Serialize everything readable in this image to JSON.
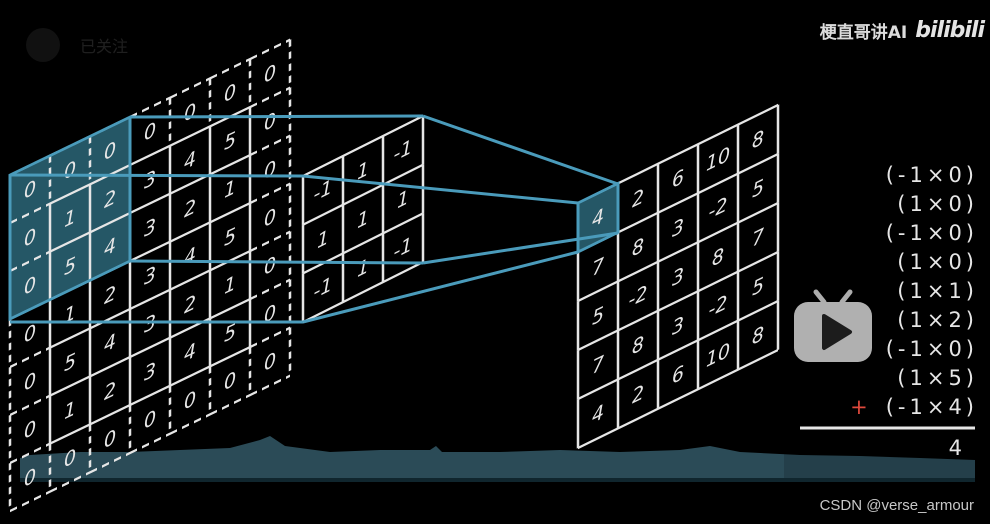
{
  "overlay": {
    "follow_label": "已关注"
  },
  "brand": {
    "channel": "梗直哥讲AI",
    "logo_text": "bilibili"
  },
  "watermark": "CSDN @verse_armour",
  "colors": {
    "accent": "#4a9bbb",
    "highlight_fill": "#2b6678",
    "line": "#e6e6e6",
    "plus": "#e0493c",
    "waveform": "#2b4b57"
  },
  "input_matrix": [
    [
      "0",
      "0",
      "0",
      "0",
      "0",
      "0",
      "0"
    ],
    [
      "0",
      "1",
      "2",
      "3",
      "4",
      "5",
      "0"
    ],
    [
      "0",
      "5",
      "4",
      "3",
      "2",
      "1",
      "0"
    ],
    [
      "0",
      "1",
      "2",
      "3",
      "4",
      "5",
      "0"
    ],
    [
      "0",
      "5",
      "4",
      "3",
      "2",
      "1",
      "0"
    ],
    [
      "0",
      "1",
      "2",
      "3",
      "4",
      "5",
      "0"
    ],
    [
      "0",
      "0",
      "0",
      "0",
      "0",
      "0",
      "0"
    ]
  ],
  "kernel": [
    [
      "-1",
      "1",
      "-1"
    ],
    [
      "1",
      "1",
      "1"
    ],
    [
      "-1",
      "1",
      "-1"
    ]
  ],
  "output_matrix": [
    [
      "4",
      "2",
      "6",
      "10",
      "8"
    ],
    [
      "7",
      "8",
      "3",
      "-2",
      "5"
    ],
    [
      "5",
      "-2",
      "3",
      "8",
      "7"
    ],
    [
      "7",
      "8",
      "3",
      "-2",
      "5"
    ],
    [
      "4",
      "2",
      "6",
      "10",
      "8"
    ]
  ],
  "equation": {
    "terms": [
      "(-1×0)",
      "(1×0)",
      "(-1×0)",
      "(1×0)",
      "(1×1)",
      "(1×2)",
      "(-1×0)",
      "(1×5)",
      "(-1×4)"
    ],
    "operator": "+",
    "result": "4"
  },
  "playback": {
    "progress": 0.8
  }
}
